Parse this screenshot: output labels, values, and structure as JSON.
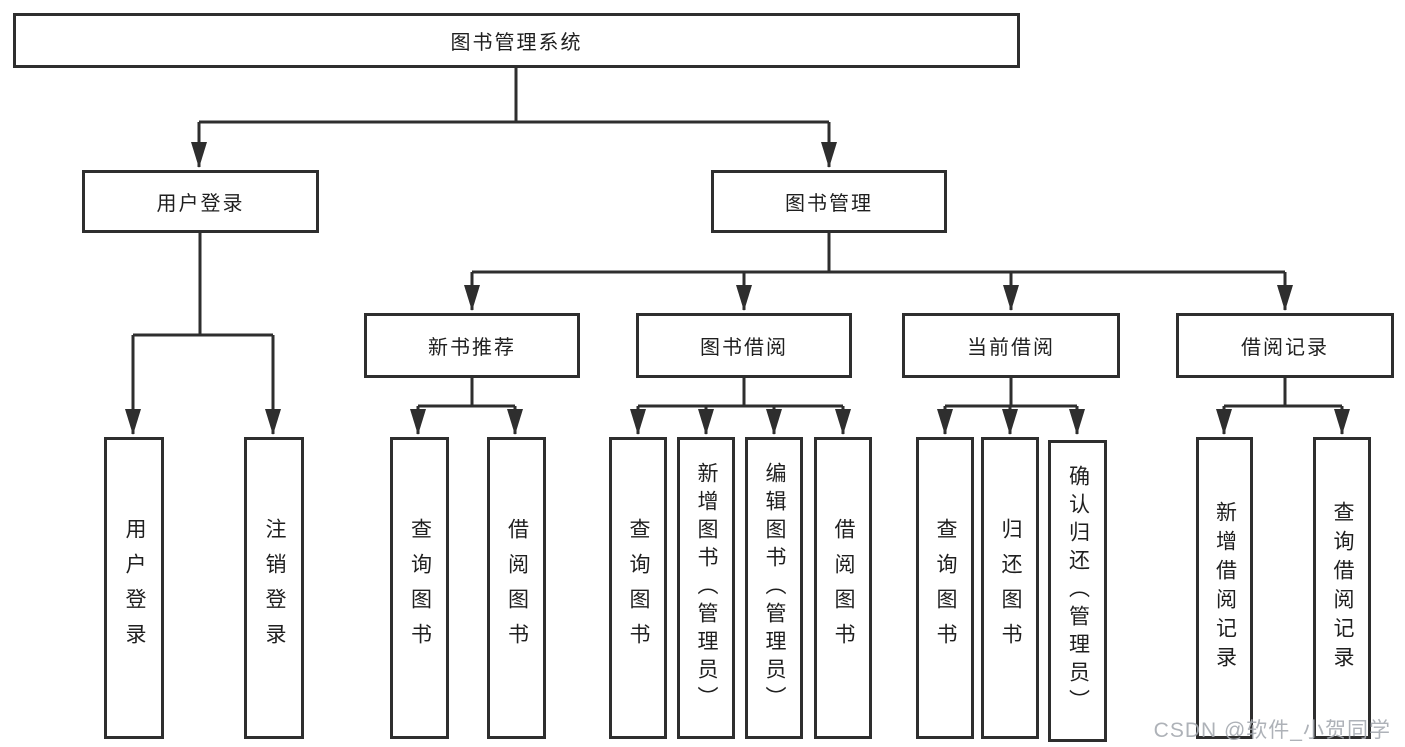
{
  "tree": {
    "root": {
      "label": "图书管理系统"
    },
    "user_login": {
      "label": "用户登录",
      "children": {
        "login": "用户登录",
        "logout": "注销登录"
      }
    },
    "book_mgmt": {
      "label": "图书管理"
    },
    "new_books": {
      "label": "新书推荐",
      "children": {
        "query": "查询图书",
        "borrow": "借阅图书"
      }
    },
    "book_borrow": {
      "label": "图书借阅",
      "children": {
        "query": "查询图书",
        "add": "新增图书（管理员）",
        "edit": "编辑图书（管理员）",
        "borrow": "借阅图书"
      }
    },
    "current_borrow": {
      "label": "当前借阅",
      "children": {
        "query": "查询图书",
        "return": "归还图书",
        "confirm": "确认归还（管理员）"
      }
    },
    "borrow_records": {
      "label": "借阅记录",
      "children": {
        "add": "新增借阅记录",
        "query": "查询借阅记录"
      }
    }
  },
  "watermark": {
    "text": "CSDN @软件_小贺同学"
  },
  "colors": {
    "line": "#2e2e2e",
    "box_border": "#2e2e2e",
    "text": "#1f1f1f",
    "background": "#ffffff",
    "watermark": "#a5aab0"
  }
}
